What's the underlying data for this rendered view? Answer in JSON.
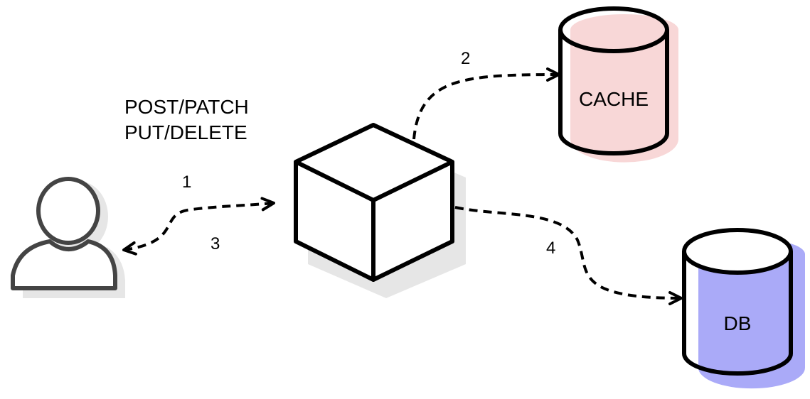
{
  "labels": {
    "methods_line1": "POST/PATCH",
    "methods_line2": "PUT/DELETE",
    "step1": "1",
    "step2": "2",
    "step3": "3",
    "step4": "4"
  },
  "nodes": {
    "user": {
      "icon": "user-icon"
    },
    "server": {
      "icon": "cube-icon"
    },
    "cache": {
      "label": "CACHE",
      "fill": "#f8d7d7",
      "icon": "database-cylinder-icon"
    },
    "db": {
      "label": "DB",
      "fill": "#aaaaf8",
      "icon": "database-cylinder-icon"
    }
  },
  "colors": {
    "stroke": "#000000",
    "shadow": "#e6e6e6",
    "user_stroke": "#444444"
  }
}
